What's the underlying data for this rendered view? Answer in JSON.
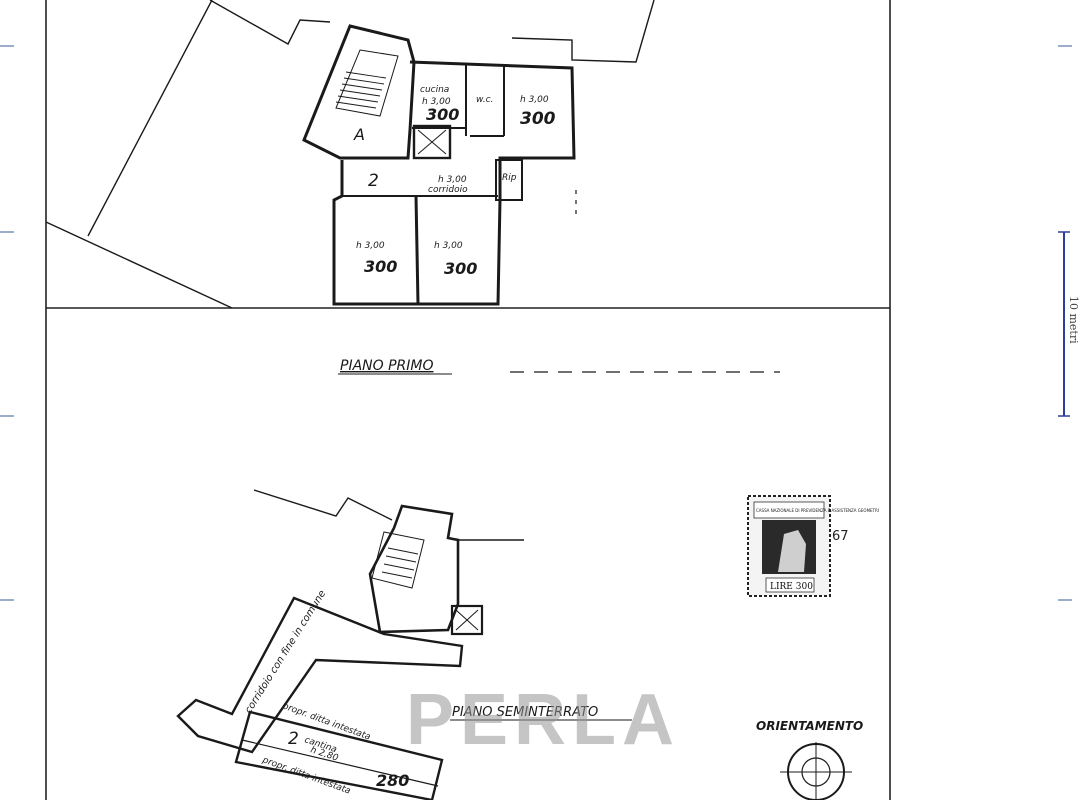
{
  "plan": {
    "first_floor": {
      "title": "PIANO PRIMO",
      "area_label": "A",
      "unit_number": "2",
      "corridor_height": "h 3,00",
      "corridor_label": "corridoio",
      "rip_label": "Rip",
      "wc_label": "w.c.",
      "kitchen": {
        "name": "cucina",
        "height": "h 3,00",
        "code": "300"
      },
      "room_ne": {
        "height": "h 3,00",
        "code": "300"
      },
      "room_sw": {
        "height": "h 3,00",
        "code": "300"
      },
      "room_se": {
        "height": "h 3,00",
        "code": "300"
      }
    },
    "basement": {
      "title": "PIANO SEMINTERRATO",
      "corridor_note": "corridoio con fine in comune",
      "neighbor_note_1": "propr. ditta intestata",
      "neighbor_note_2": "propr. ditta intestata",
      "unit_number": "2",
      "cellar_label": "cantina",
      "cellar_height": "h 2,80",
      "cellar_code": "280"
    },
    "orientation_label": "ORIENTAMENTO",
    "scale_label": "10 metri",
    "stamp": {
      "header": "CASSA NAZIONALE DI PREVIDENZA E ASSISTENZA GEOMETRI",
      "value": "LIRE 300",
      "number": "67"
    },
    "watermark": "PERLA"
  }
}
